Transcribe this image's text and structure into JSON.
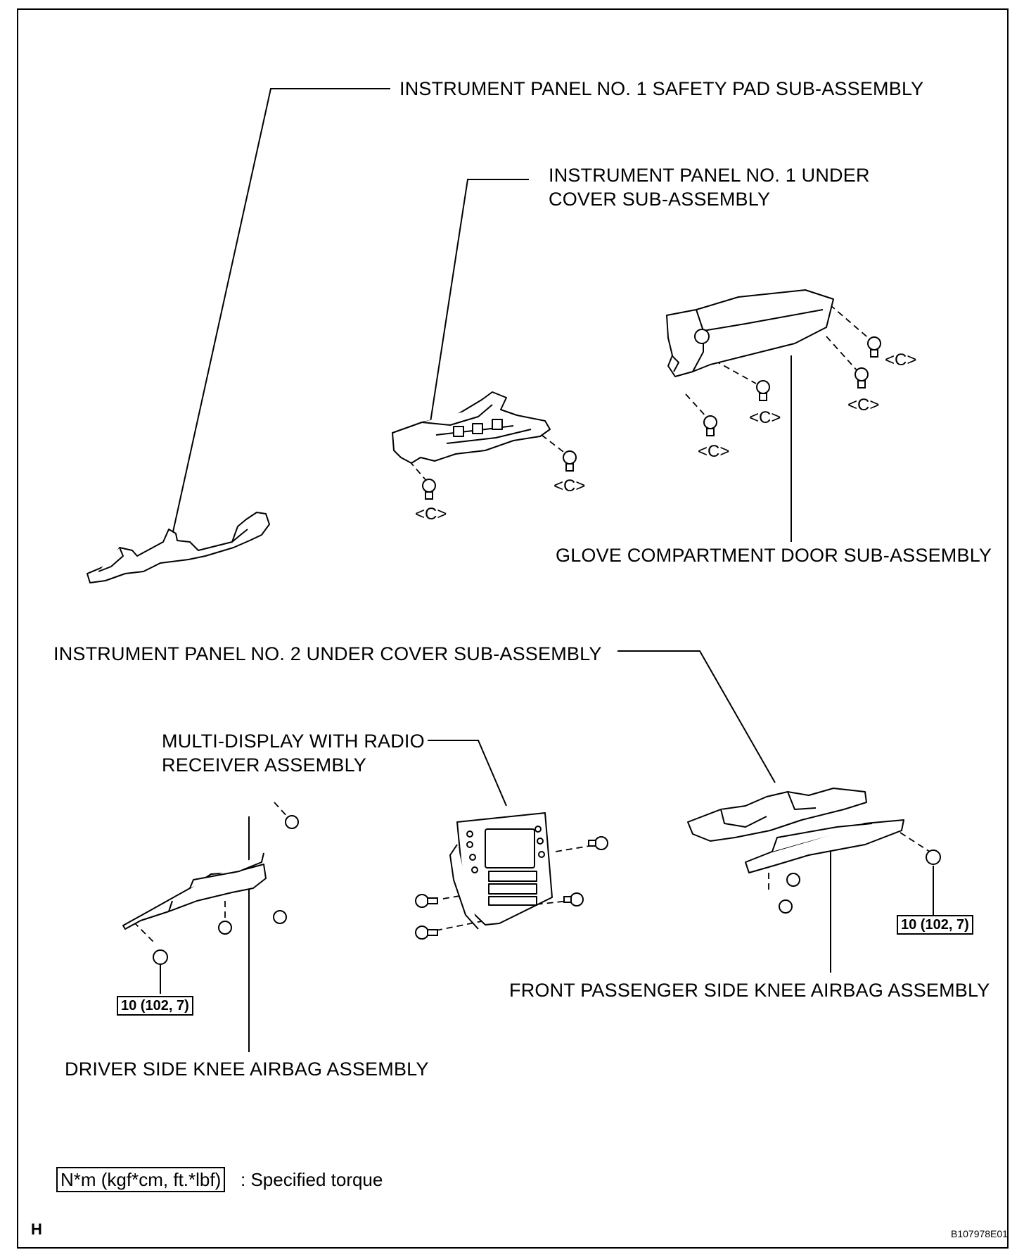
{
  "labels": {
    "safety_pad": "INSTRUMENT PANEL NO. 1 SAFETY PAD SUB-ASSEMBLY",
    "under_cover_1_line1": "INSTRUMENT PANEL NO. 1 UNDER",
    "under_cover_1_line2": "COVER SUB-ASSEMBLY",
    "glove_door": "GLOVE COMPARTMENT DOOR SUB-ASSEMBLY",
    "under_cover_2": "INSTRUMENT PANEL NO. 2 UNDER COVER SUB-ASSEMBLY",
    "multi_display_line1": "MULTI-DISPLAY WITH RADIO",
    "multi_display_line2": "RECEIVER ASSEMBLY",
    "front_passenger_airbag": "FRONT PASSENGER SIDE KNEE AIRBAG ASSEMBLY",
    "driver_airbag": "DRIVER SIDE KNEE AIRBAG ASSEMBLY"
  },
  "clip_code": "<C>",
  "torque_spec": "10 (102, 7)",
  "legend": {
    "box": "N*m (kgf*cm, ft.*lbf)",
    "text": ": Specified torque"
  },
  "corner_letter": "H",
  "figure_id": "B107978E01"
}
